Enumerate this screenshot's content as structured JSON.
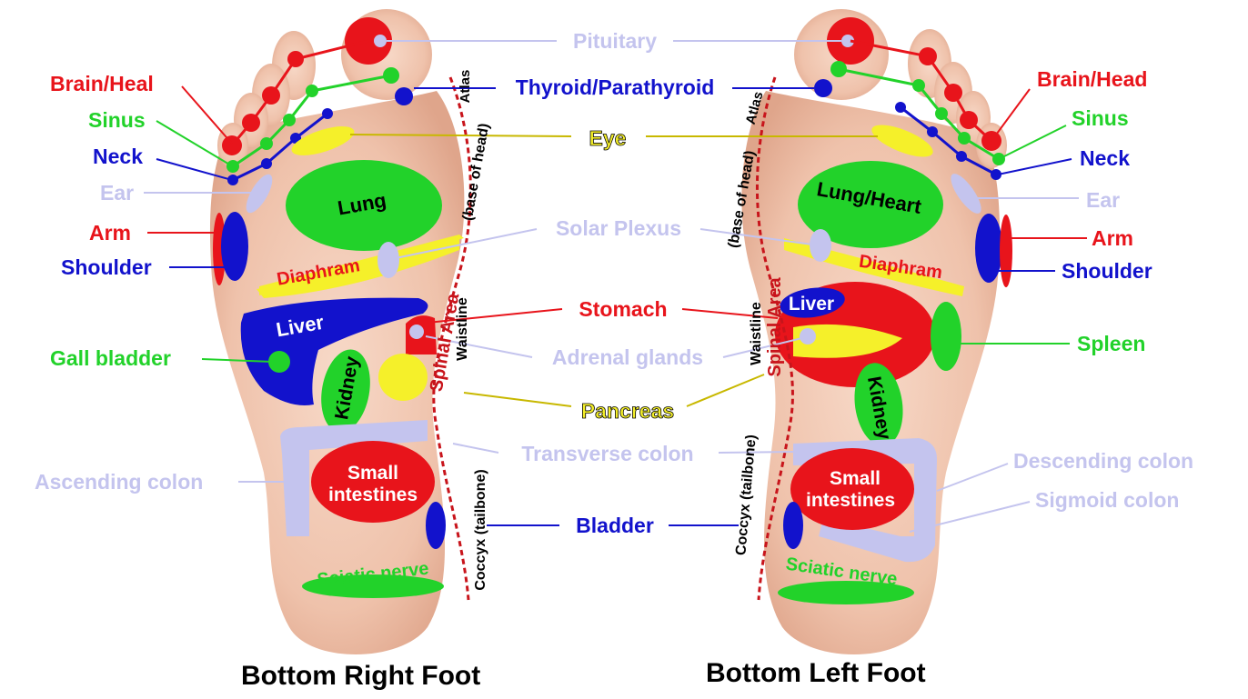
{
  "colors": {
    "red": "#e8141b",
    "green": "#22d22a",
    "blue": "#1212cc",
    "lavender": "#c4c4ee",
    "yellow": "#f5f02a",
    "skin": "#f2c8b4",
    "spine": "#c8141b"
  },
  "labels": {
    "pituitary": "Pituitary",
    "thyroid": "Thyroid/Parathyroid",
    "eye": "Eye",
    "solar_plexus": "Solar Plexus",
    "stomach": "Stomach",
    "adrenal": "Adrenal glands",
    "pancreas": "Pancreas",
    "transverse_colon": "Transverse colon",
    "bladder": "Bladder",
    "right": {
      "brain": "Brain/Heal",
      "sinus": "Sinus",
      "neck": "Neck",
      "ear": "Ear",
      "arm": "Arm",
      "shoulder": "Shoulder",
      "gall_bladder": "Gall bladder",
      "ascending_colon": "Ascending colon"
    },
    "left": {
      "brain": "Brain/Head",
      "sinus": "Sinus",
      "neck": "Neck",
      "ear": "Ear",
      "arm": "Arm",
      "shoulder": "Shoulder",
      "spleen": "Spleen",
      "descending_colon": "Descending colon",
      "sigmoid_colon": "Sigmoid colon"
    }
  },
  "regions": {
    "right": {
      "lung": "Lung",
      "diaphragm": "Diaphram",
      "liver": "Liver",
      "kidney": "Kidney",
      "small_intestines_1": "Small",
      "small_intestines_2": "intestines",
      "sciatic": "Sciatic nerve",
      "atlas": "Atlas",
      "base_head": "(base of head)",
      "spinal": "Spinal Area",
      "waistline": "Waistline",
      "coccyx": "Coccyx (tailbone)"
    },
    "left": {
      "lung": "Lung/Heart",
      "diaphragm": "Diaphram",
      "liver": "Liver",
      "kidney": "Kidney",
      "small_intestines_1": "Small",
      "small_intestines_2": "intestines",
      "sciatic": "Sciatic nerve",
      "atlas": "Atlas",
      "base_head": "(base of head)",
      "spinal": "Spinal Area",
      "waistline": "Waistline",
      "coccyx": "Coccyx (tailbone)"
    }
  },
  "captions": {
    "right_foot": "Bottom Right Foot",
    "left_foot": "Bottom Left Foot"
  }
}
